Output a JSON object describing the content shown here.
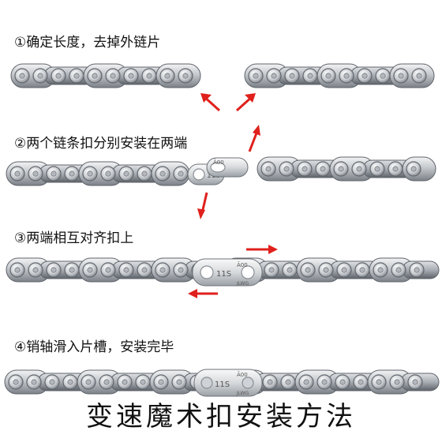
{
  "steps": [
    {
      "label": "①确定长度，去掉外链片"
    },
    {
      "label": "②两个链条扣分别安装在两端"
    },
    {
      "label": "③两端相互对齐扣上"
    },
    {
      "label": "④销轴滑入片槽，安装完毕"
    }
  ],
  "master_link": {
    "size_text": "11S",
    "brand_text": "Ã00",
    "code_text": "JLWG"
  },
  "title": "变速魔术扣安装方法",
  "colors": {
    "arrow": "#e0201c",
    "chain_plate": "#c8cbcf",
    "chain_plate_dark": "#6e737a",
    "roller": "#d9dcdf"
  }
}
